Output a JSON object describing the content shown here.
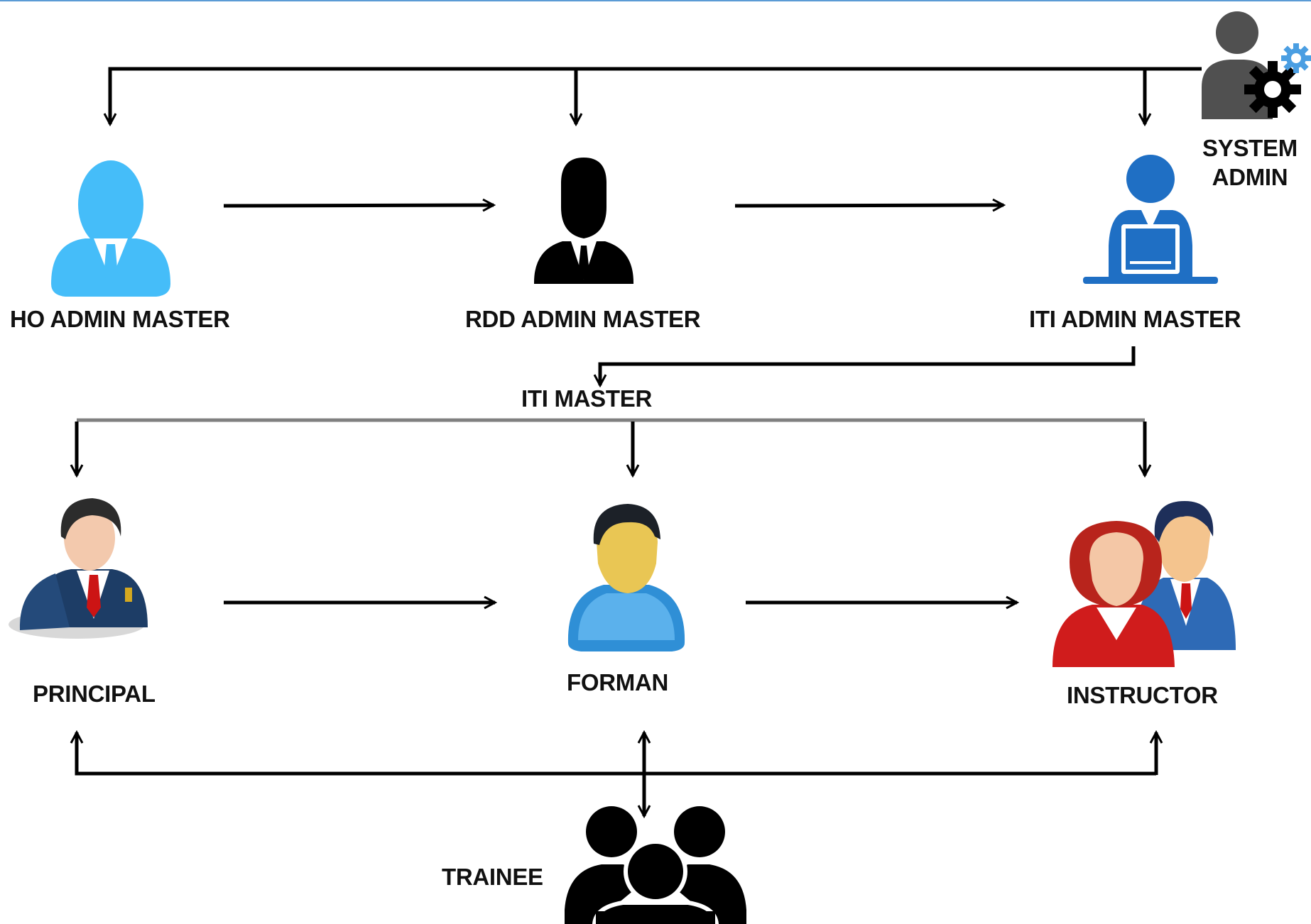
{
  "title": "",
  "colors": {
    "top_rule": "#5b9bd5",
    "arrow": "#000000",
    "divider": "#808080",
    "ho_icon": "#45bdf9",
    "iti_icon": "#1f6fc4",
    "sys_admin_icon": "#505050",
    "sys_admin_gear": "#4a9ee2"
  },
  "nodes": {
    "system_admin": {
      "label_line1": "SYSTEM",
      "label_line2": "ADMIN",
      "icon": "admin-gear-icon"
    },
    "ho_admin": {
      "label": "HO ADMIN MASTER",
      "icon": "user-icon"
    },
    "rdd_admin": {
      "label": "RDD ADMIN MASTER",
      "icon": "businessman-icon"
    },
    "iti_admin": {
      "label": "ITI ADMIN MASTER",
      "icon": "desk-user-icon"
    },
    "iti_master": {
      "label": "ITI MASTER"
    },
    "principal": {
      "label": "PRINCIPAL",
      "icon": "principal-icon"
    },
    "forman": {
      "label": "FORMAN",
      "icon": "forman-icon"
    },
    "instructor": {
      "label": "INSTRUCTOR",
      "icon": "instructors-icon"
    },
    "trainee": {
      "label": "TRAINEE",
      "icon": "group-icon"
    }
  }
}
